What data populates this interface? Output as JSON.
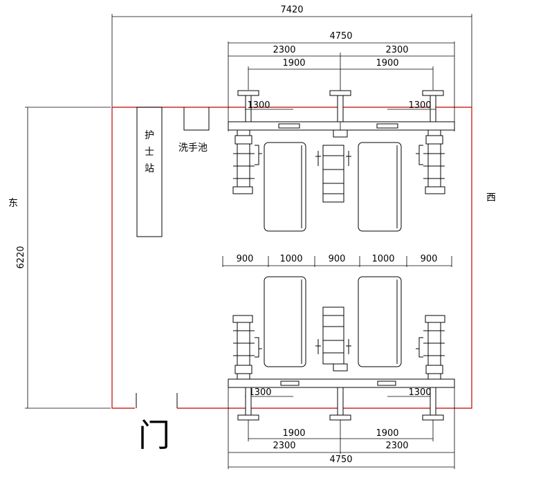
{
  "dimensions": {
    "overall_width": "7420",
    "overall_height": "6220",
    "top_rail_total": "4750",
    "top_rail_left": "2300",
    "top_rail_right": "2300",
    "top_inner_left": "1900",
    "top_inner_right": "1900",
    "top_short_left": "1300",
    "top_short_right": "1300",
    "gap_1": "900",
    "gap_2": "1000",
    "gap_3": "900",
    "gap_4": "1000",
    "gap_5": "900",
    "bottom_short_left": "1300",
    "bottom_short_right": "1300",
    "bottom_inner_left": "1900",
    "bottom_inner_right": "1900",
    "bottom_rail_left": "2300",
    "bottom_rail_right": "2300",
    "bottom_rail_total": "4750"
  },
  "labels": {
    "east": "东",
    "west": "西",
    "door": "门",
    "sink": "洗手池",
    "nurse_1": "护",
    "nurse_2": "士",
    "nurse_3": "站"
  },
  "colors": {
    "room_outline": "#c00000",
    "lines": "#000000"
  }
}
